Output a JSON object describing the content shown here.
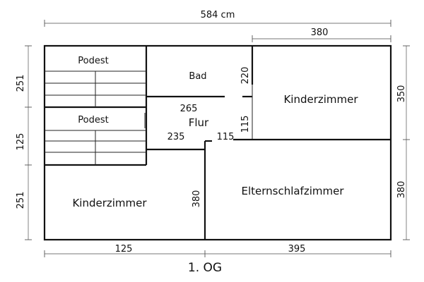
{
  "plan": {
    "floor_label": "1. OG",
    "rooms": {
      "podest_top": "Podest",
      "podest_bottom": "Podest",
      "bad": "Bad",
      "flur": "Flur",
      "kinderzimmer_right": "Kinderzimmer",
      "kinderzimmer_left": "Kinderzimmer",
      "elternschlafzimmer": "Elternschlafzimmer"
    },
    "dimensions": {
      "total_width": "584 cm",
      "top_right_width": "380",
      "left_upper": "251",
      "left_middle": "125",
      "left_lower": "251",
      "right_upper": "350",
      "right_lower": "380",
      "bottom_left": "125",
      "bottom_right": "395",
      "bad_height": "220",
      "flur_top": "265",
      "flur_vertical": "115",
      "flur_bottom": "235",
      "flur_bottom_right": "115",
      "inner_vertical": "380"
    }
  }
}
